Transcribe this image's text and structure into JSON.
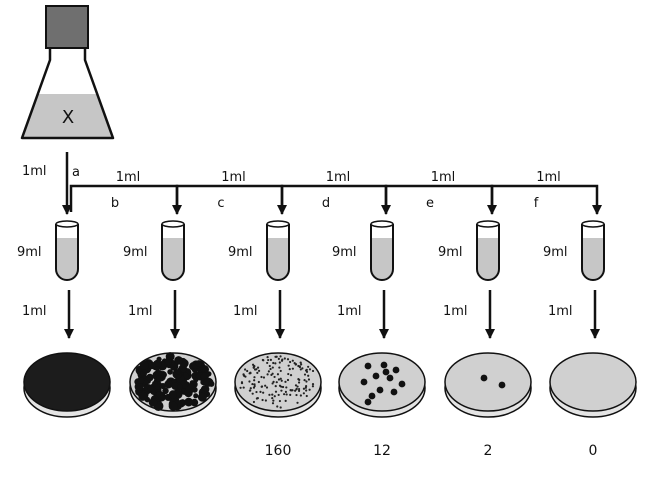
{
  "flask": {
    "label": "X"
  },
  "transfer_volume": "1ml",
  "tube_volume": "9ml",
  "step_letters": [
    "a",
    "b",
    "c",
    "d",
    "e",
    "f"
  ],
  "colony_counts": [
    "",
    "",
    "160",
    "12",
    "2",
    "0"
  ],
  "plate_growth": [
    "confluent",
    "dense-colonies",
    "many-small",
    "few-large",
    "two",
    "none"
  ],
  "colors": {
    "ink": "#111111",
    "flask_cap": "#6f6f6f",
    "liquid": "#c6c6c6",
    "plate_fill": "#d0d0d0",
    "confluent": "#1c1c1c"
  }
}
